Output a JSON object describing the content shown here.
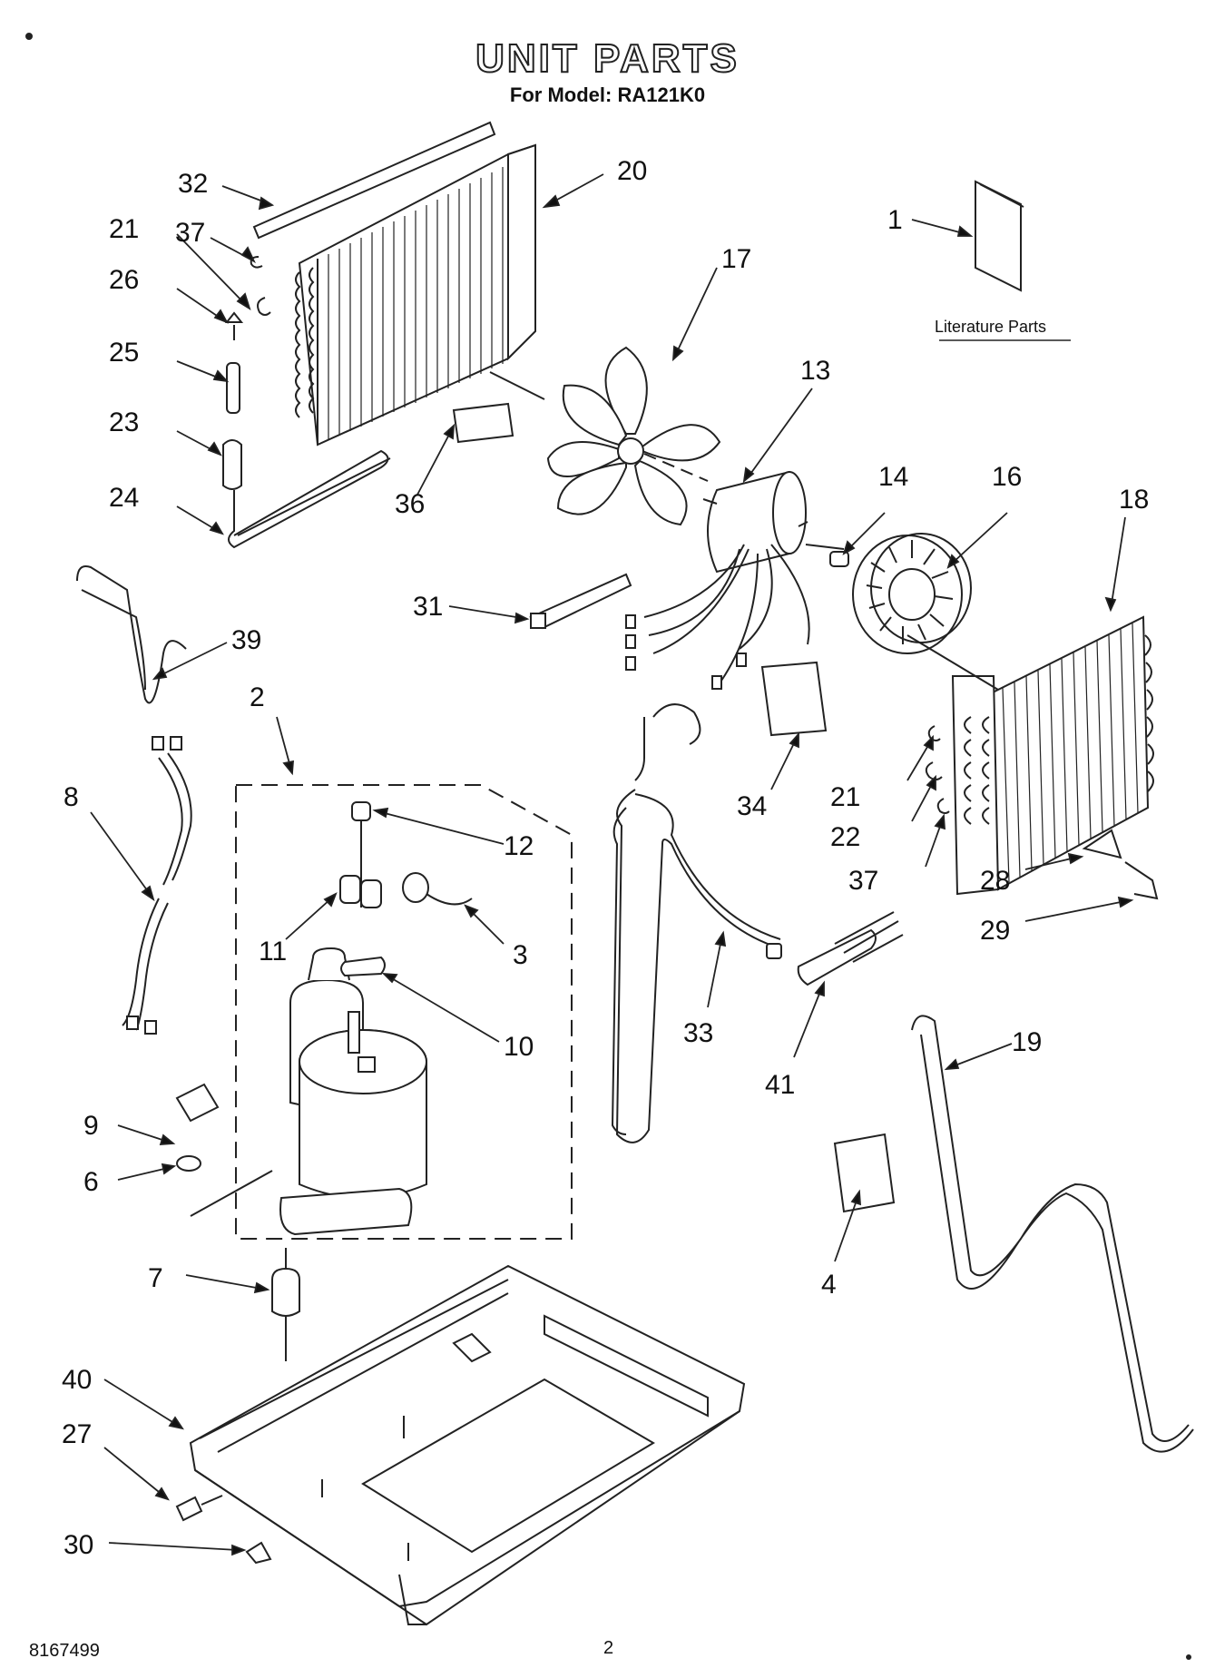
{
  "header": {
    "title": "UNIT PARTS",
    "model_line": "For Model: RA121K0"
  },
  "literature": {
    "label": "Literature Parts"
  },
  "callouts": [
    "32",
    "20",
    "21",
    "37",
    "26",
    "25",
    "23",
    "24",
    "17",
    "13",
    "1",
    "14",
    "16",
    "18",
    "36",
    "31",
    "39",
    "2",
    "12",
    "8",
    "11",
    "3",
    "10",
    "34",
    "21",
    "22",
    "37",
    "28",
    "29",
    "33",
    "41",
    "19",
    "9",
    "6",
    "7",
    "4",
    "40",
    "27",
    "30"
  ],
  "footer": {
    "doc_number": "8167499",
    "page_number": "2"
  }
}
